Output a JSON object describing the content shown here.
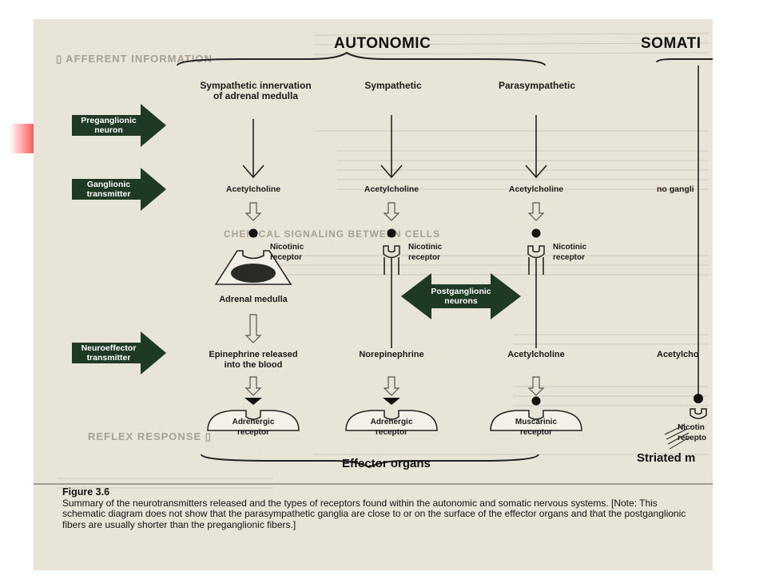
{
  "headers": {
    "autonomic": "AUTONOMIC",
    "somatic": "SOMATI",
    "effector_organs": "Effector organs",
    "striated": "Striated m"
  },
  "columns": {
    "adrenal": "Sympathetic innervation\nof adrenal medulla",
    "sympathetic": "Sympathetic",
    "parasympathetic": "Parasympathetic"
  },
  "side_labels": {
    "preganglionic": "Preganglionic\nneuron",
    "ganglionic": "Ganglionic\ntransmitter",
    "neuroeffector": "Neuroeffector\ntransmitter",
    "postganglionic": "Postganglionic\nneurons"
  },
  "transmitters": {
    "adrenal_ganglion": "Acetylcholine",
    "symp_ganglion": "Acetylcholine",
    "para_ganglion": "Acetylcholine",
    "no_ganglia": "no gangli",
    "adrenal_effector": "Epinephrine released\ninto the blood",
    "symp_effector": "Norepinephrine",
    "para_effector": "Acetylcholine",
    "somatic_effector": "Acetylcho"
  },
  "receptors": {
    "nicotinic_1": "Nicotinic\nreceptor",
    "nicotinic_2": "Nicotinic\nreceptor",
    "nicotinic_3": "Nicotinic\nreceptor",
    "nicotinic_somatic": "Nicotin\nrecepto",
    "adrenergic_1": "Adrenergic\nreceptor",
    "adrenergic_2": "Adrenergic\nreceptor",
    "muscarinic": "Muscarinic\nreceptor",
    "adrenal_medulla": "Adrenal medulla"
  },
  "caption": {
    "title": "Figure 3.6",
    "text": "Summary of the neurotransmitters released and the types of receptors found within the autonomic and somatic nervous systems. [Note: This schematic diagram does not show that the parasympathetic ganglia are close to or on the surface of the effector organs and that the postganglionic fibers are usually shorter than the preganglionic fibers.]"
  },
  "colors": {
    "arrow": "#1f3a24",
    "paper": "#e9e4d8",
    "accent": "#ff5a5a"
  }
}
